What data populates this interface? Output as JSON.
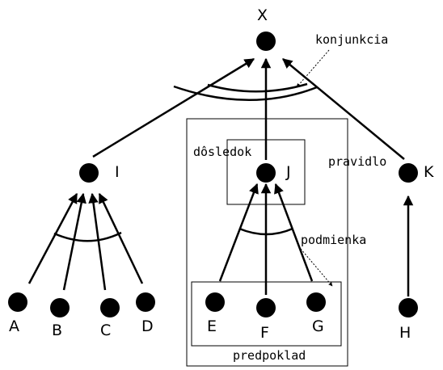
{
  "nodes": {
    "X": "X",
    "I": "I",
    "J": "J",
    "K": "K",
    "A": "A",
    "B": "B",
    "C": "C",
    "D": "D",
    "E": "E",
    "F": "F",
    "G": "G",
    "H": "H"
  },
  "annotations": {
    "konjunkcia": "konjunkcia",
    "dosledok": "dôsledok",
    "pravidlo": "pravidlo",
    "podmienka": "podmienka",
    "predpoklad": "predpoklad"
  },
  "colors": {
    "ink": "#000000",
    "background": "#ffffff"
  }
}
